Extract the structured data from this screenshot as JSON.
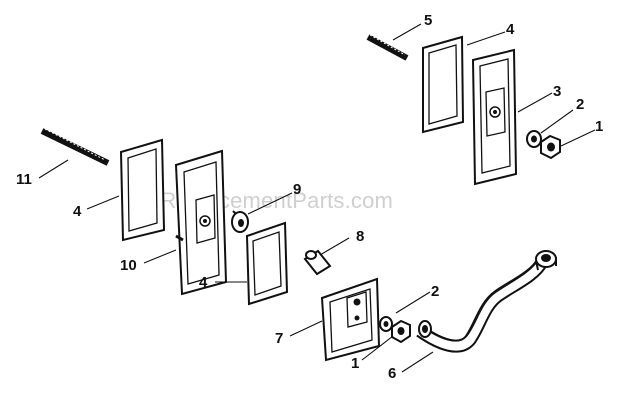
{
  "watermark": "eReplacementParts.com",
  "callouts": {
    "c1_top": "1",
    "c2_top": "2",
    "c3": "3",
    "c4_top": "4",
    "c5": "5",
    "c11": "11",
    "c4_left": "4",
    "c9": "9",
    "c8": "8",
    "c10": "10",
    "c4_mid": "4",
    "c2_bottom": "2",
    "c7": "7",
    "c1_bottom": "1",
    "c6": "6"
  }
}
